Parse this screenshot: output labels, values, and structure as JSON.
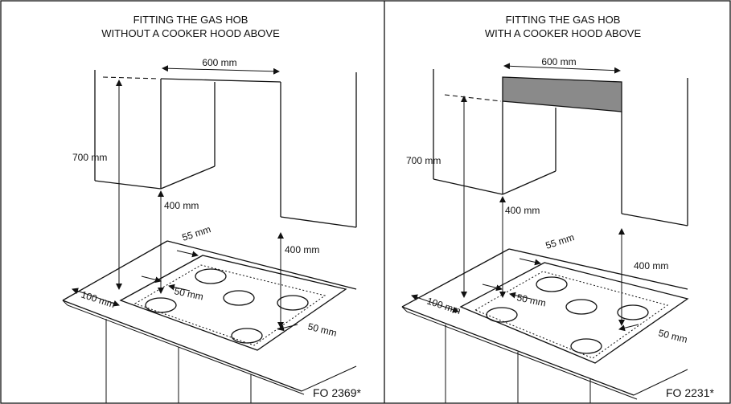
{
  "left_panel": {
    "title_line1": "FITTING THE GAS HOB",
    "title_line2": "WITHOUT A COOKER HOOD ABOVE",
    "dim_width": "600 mm",
    "dim_height_total": "700 mm",
    "dim_under_cabinet": "400 mm",
    "dim_side_wall": "400 mm",
    "dim_back": "55 mm",
    "dim_front": "100 mm",
    "dim_left": "50 mm",
    "dim_right": "50 mm",
    "code": "FO 2369*"
  },
  "right_panel": {
    "title_line1": "FITTING THE GAS HOB",
    "title_line2": "WITH A COOKER HOOD ABOVE",
    "dim_width": "600 mm",
    "dim_height_total": "700 mm",
    "dim_under_cabinet": "400 mm",
    "dim_side_wall": "400 mm",
    "dim_back": "55 mm",
    "dim_front": "100 mm",
    "dim_left": "50 mm",
    "dim_right": "50 mm",
    "code": "FO 2231*"
  }
}
